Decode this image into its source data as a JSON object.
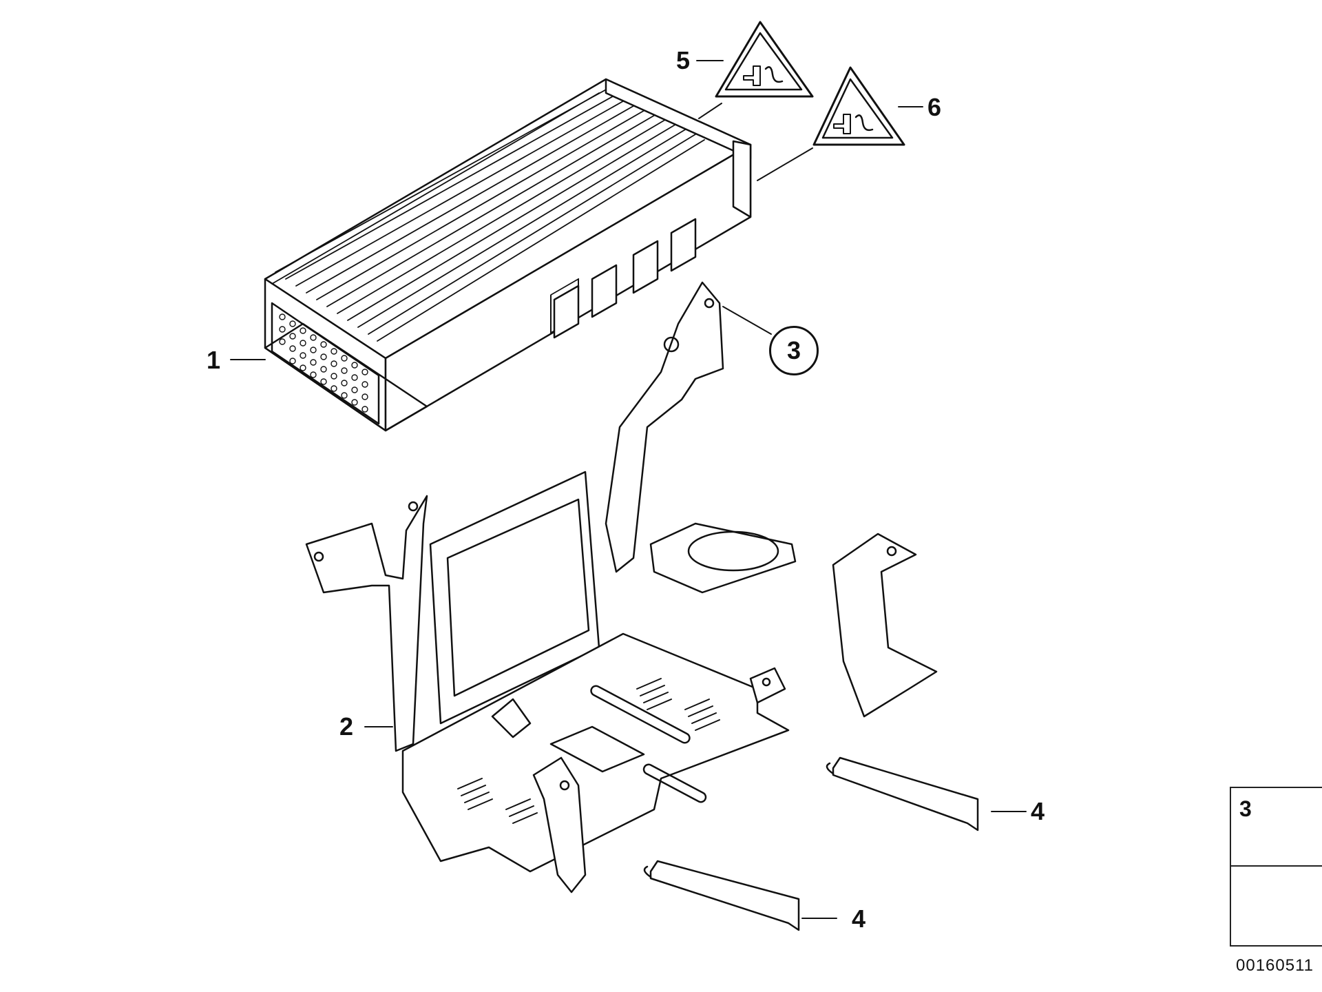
{
  "callouts": {
    "part1": "1",
    "part2": "2",
    "part3": "3",
    "part4a": "4",
    "part4b": "4",
    "part5": "5",
    "part6": "6"
  },
  "legend": {
    "number": "3"
  },
  "diagram_code": "00160511"
}
